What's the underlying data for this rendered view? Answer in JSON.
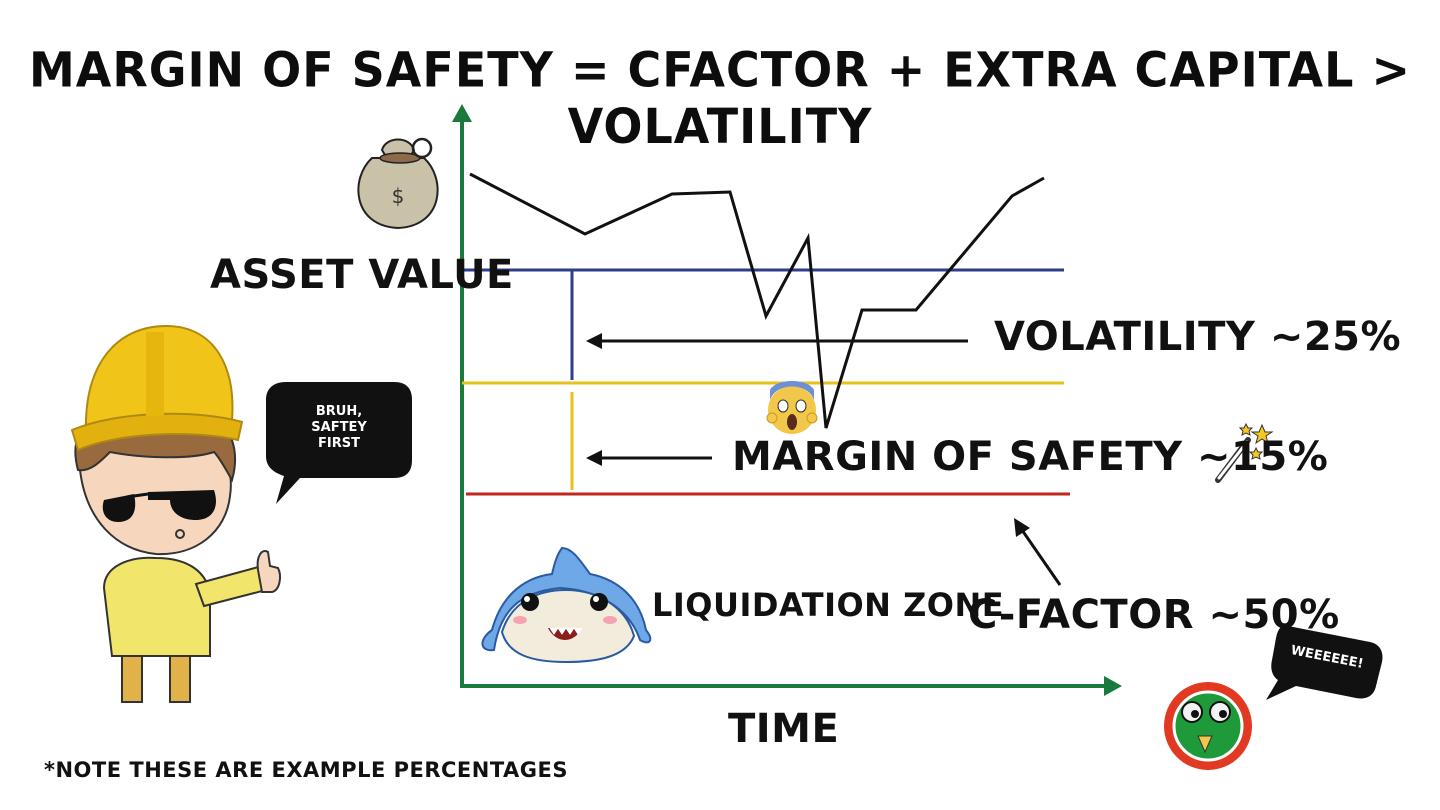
{
  "title": "MARGIN OF SAFETY = CFACTOR + EXTRA CAPITAL > VOLATILITY",
  "axes": {
    "y_label": "ASSET VALUE",
    "x_label": "TIME",
    "axis_color": "#1a7a3c"
  },
  "levels": {
    "asset_value": {
      "color": "#2c3e8c"
    },
    "volatility": {
      "label": "VOLATILITY ~25%",
      "color": "#e6c21a"
    },
    "margin_of_safety": {
      "label": "MARGIN OF SAFETY ~15%",
      "color": "#e6c21a"
    },
    "c_factor": {
      "label": "C-FACTOR ~50%",
      "color": "#c0271c"
    }
  },
  "zones": {
    "liquidation": "LIQUIDATION ZONE"
  },
  "bubbles": {
    "worker": "BRUH,\nSAFTEY\nFIRST",
    "mascot": "WEEEEEE!"
  },
  "footnote": "*NOTE THESE ARE EXAMPLE PERCENTAGES",
  "icons": [
    "money-bag-icon",
    "scream-emoji-icon",
    "magic-wand-icon",
    "shark-icon",
    "worker-character",
    "frog-mascot-icon"
  ]
}
